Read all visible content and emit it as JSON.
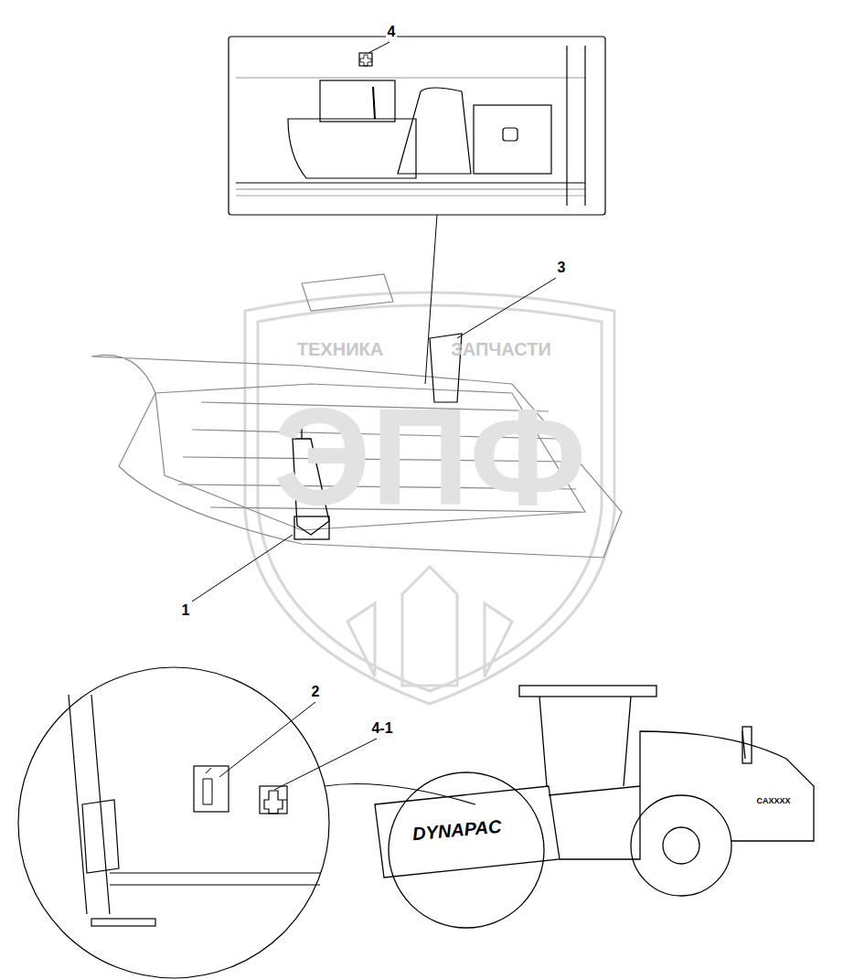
{
  "diagram": {
    "labels": [
      "4",
      "3",
      "1",
      "2",
      "4-1",
      "ТЕХНИКА",
      "ЗАПЧАСТИ",
      "ЭПФ",
      "DYNAPAC",
      "CAXXXX"
    ]
  }
}
